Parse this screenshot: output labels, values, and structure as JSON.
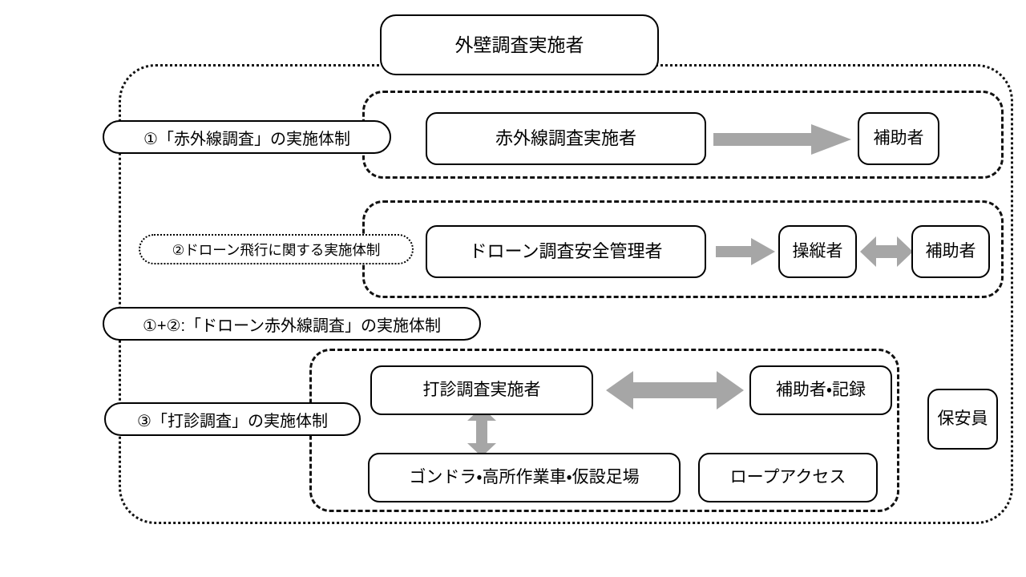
{
  "diagram": {
    "title": "外壁調査実施者",
    "arrow_color": "#A6A6A6",
    "line_color": "#000000"
  },
  "title_box": {
    "label": "外壁調査実施者"
  },
  "sections": [
    {
      "id": "section-1",
      "pill_label": "①「赤外線調査」の実施体制",
      "pill_style": "solid",
      "nodes": [
        {
          "name": "infrared-inspector",
          "label": "赤外線調査実施者"
        },
        {
          "name": "assistant",
          "label": "補助者"
        }
      ],
      "arrows": [
        {
          "name": "arrow-infrared-to-assistant",
          "type": "single-right"
        }
      ]
    },
    {
      "id": "section-2",
      "pill_label": "②ドローン飛行に関する実施体制",
      "pill_style": "dotted",
      "nodes": [
        {
          "name": "drone-safety-manager",
          "label": "ドローン調査安全管理者"
        },
        {
          "name": "pilot",
          "label": "操縦者"
        },
        {
          "name": "assistant",
          "label": "補助者"
        }
      ],
      "arrows": [
        {
          "name": "arrow-manager-to-pilot",
          "type": "single-right"
        },
        {
          "name": "arrow-pilot-assistant",
          "type": "double-horizontal"
        }
      ]
    },
    {
      "id": "section-combined",
      "pill_label": "①+②:「ドローン赤外線調査」の実施体制",
      "pill_style": "solid"
    },
    {
      "id": "section-3",
      "pill_label": "③「打診調査」の実施体制",
      "pill_style": "solid",
      "nodes": [
        {
          "name": "percussion-inspector",
          "label": "打診調査実施者"
        },
        {
          "name": "assistant-recorder",
          "label": "補助者・記録"
        },
        {
          "name": "gondola-lift-scaffold",
          "label": "ゴンドラ・高所作業車・仮設足場"
        },
        {
          "name": "rope-access",
          "label": "ロープアクセス"
        }
      ],
      "arrows": [
        {
          "name": "arrow-percussion-assistant",
          "type": "double-horizontal"
        },
        {
          "name": "arrow-percussion-gondola",
          "type": "double-vertical"
        }
      ]
    }
  ],
  "standalone_nodes": [
    {
      "name": "security-guard",
      "label": "保安員"
    }
  ]
}
